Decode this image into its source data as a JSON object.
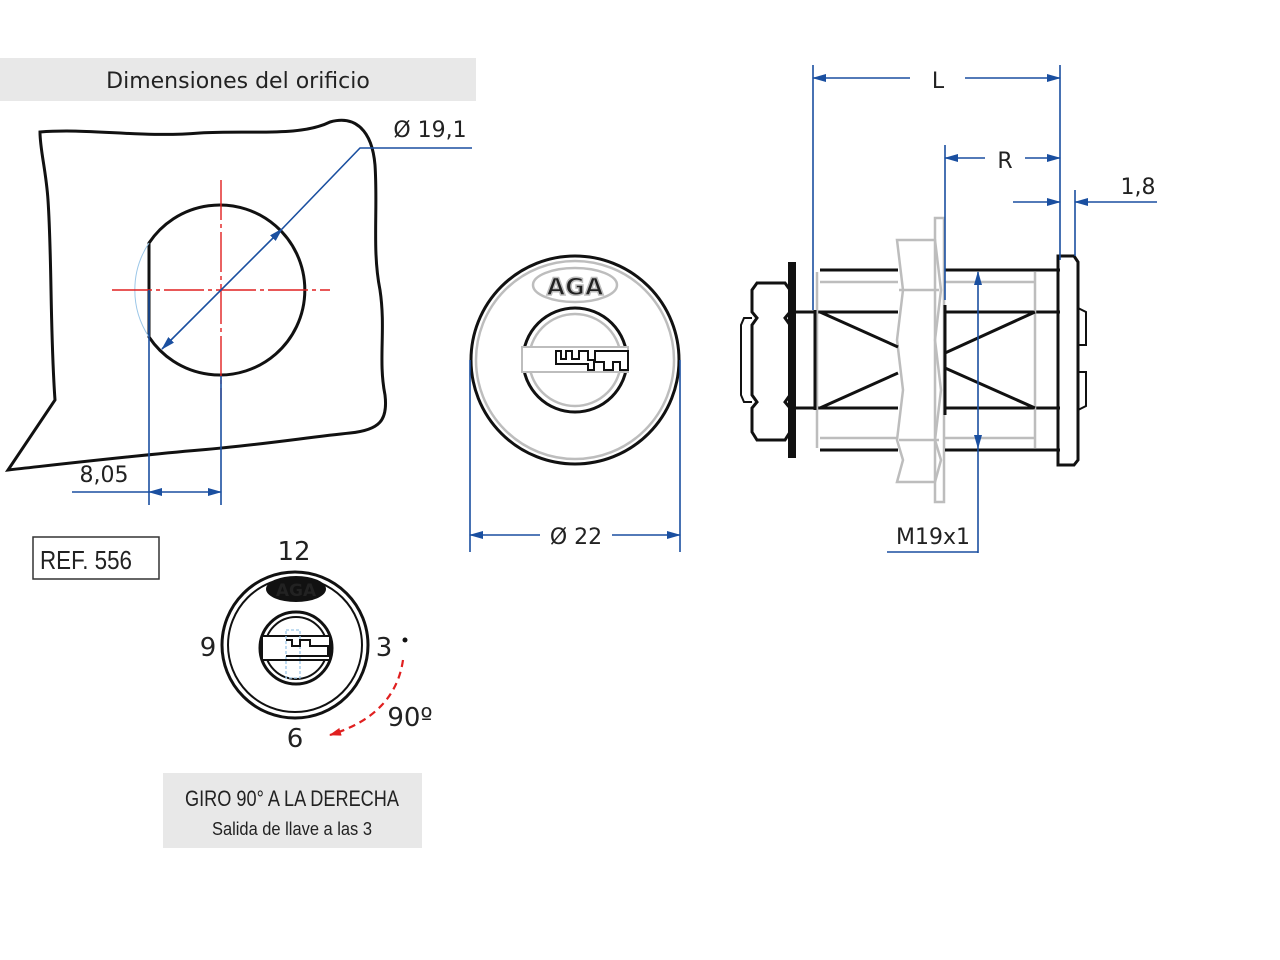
{
  "hole_section": {
    "title": "Dimensiones del orificio",
    "diameter_label": "Ø 19,1",
    "flat_offset_label": "8,05"
  },
  "front_view": {
    "logo": "AGA",
    "diameter_label": "Ø 22"
  },
  "side_view": {
    "length_label": "L",
    "r_label": "R",
    "flange_label": "1,8",
    "thread_label": "M19x1"
  },
  "reference": {
    "label": "REF. 556"
  },
  "rotation_diagram": {
    "logo": "AGA",
    "clock_12": "12",
    "clock_9": "9",
    "clock_3": "3",
    "clock_6": "6",
    "angle": "90º",
    "caption_title": "GIRO 90° A LA DERECHA",
    "caption_subtitle": "Salida de llave a las 3"
  },
  "colors": {
    "dimension": "#1a4fa0",
    "centerline": "#e02020",
    "caption_bg": "#e8e8e8"
  }
}
